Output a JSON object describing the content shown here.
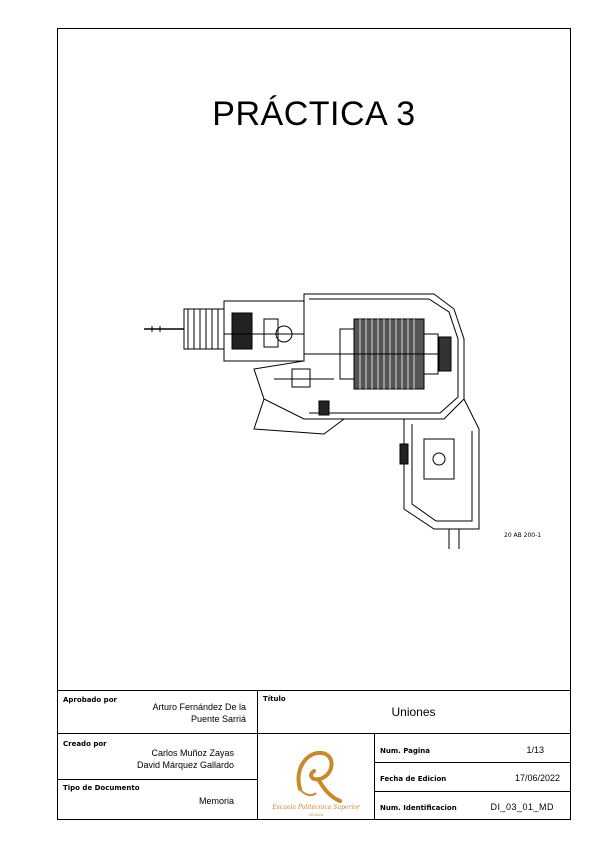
{
  "title": "PRÁCTICA 3",
  "drawing": {
    "code": "20 AB 200-1",
    "subject_icon": "power-drill-cutaway-icon"
  },
  "title_block": {
    "approved_label": "Aprobado por",
    "approved_value_1": "Arturo Fernández De la",
    "approved_value_2": "Puente Sarriá",
    "created_label": "Creado por",
    "created_value_1": "Carlos Muñoz Zayas",
    "created_value_2": "David Márquez Gallardo",
    "doctype_label": "Tipo de Documento",
    "doctype_value": "Memoria",
    "titulo_label": "Título",
    "titulo_value": "Uniones",
    "page_label": "Num. Pagina",
    "page_value": "1/13",
    "date_label": "Fecha de Edicion",
    "date_value": "17/06/2022",
    "id_label": "Num. Identificacion",
    "id_value": "DI_03_01_MD",
    "logo_icon": "school-logo-icon",
    "logo_color": "#c9892e"
  }
}
